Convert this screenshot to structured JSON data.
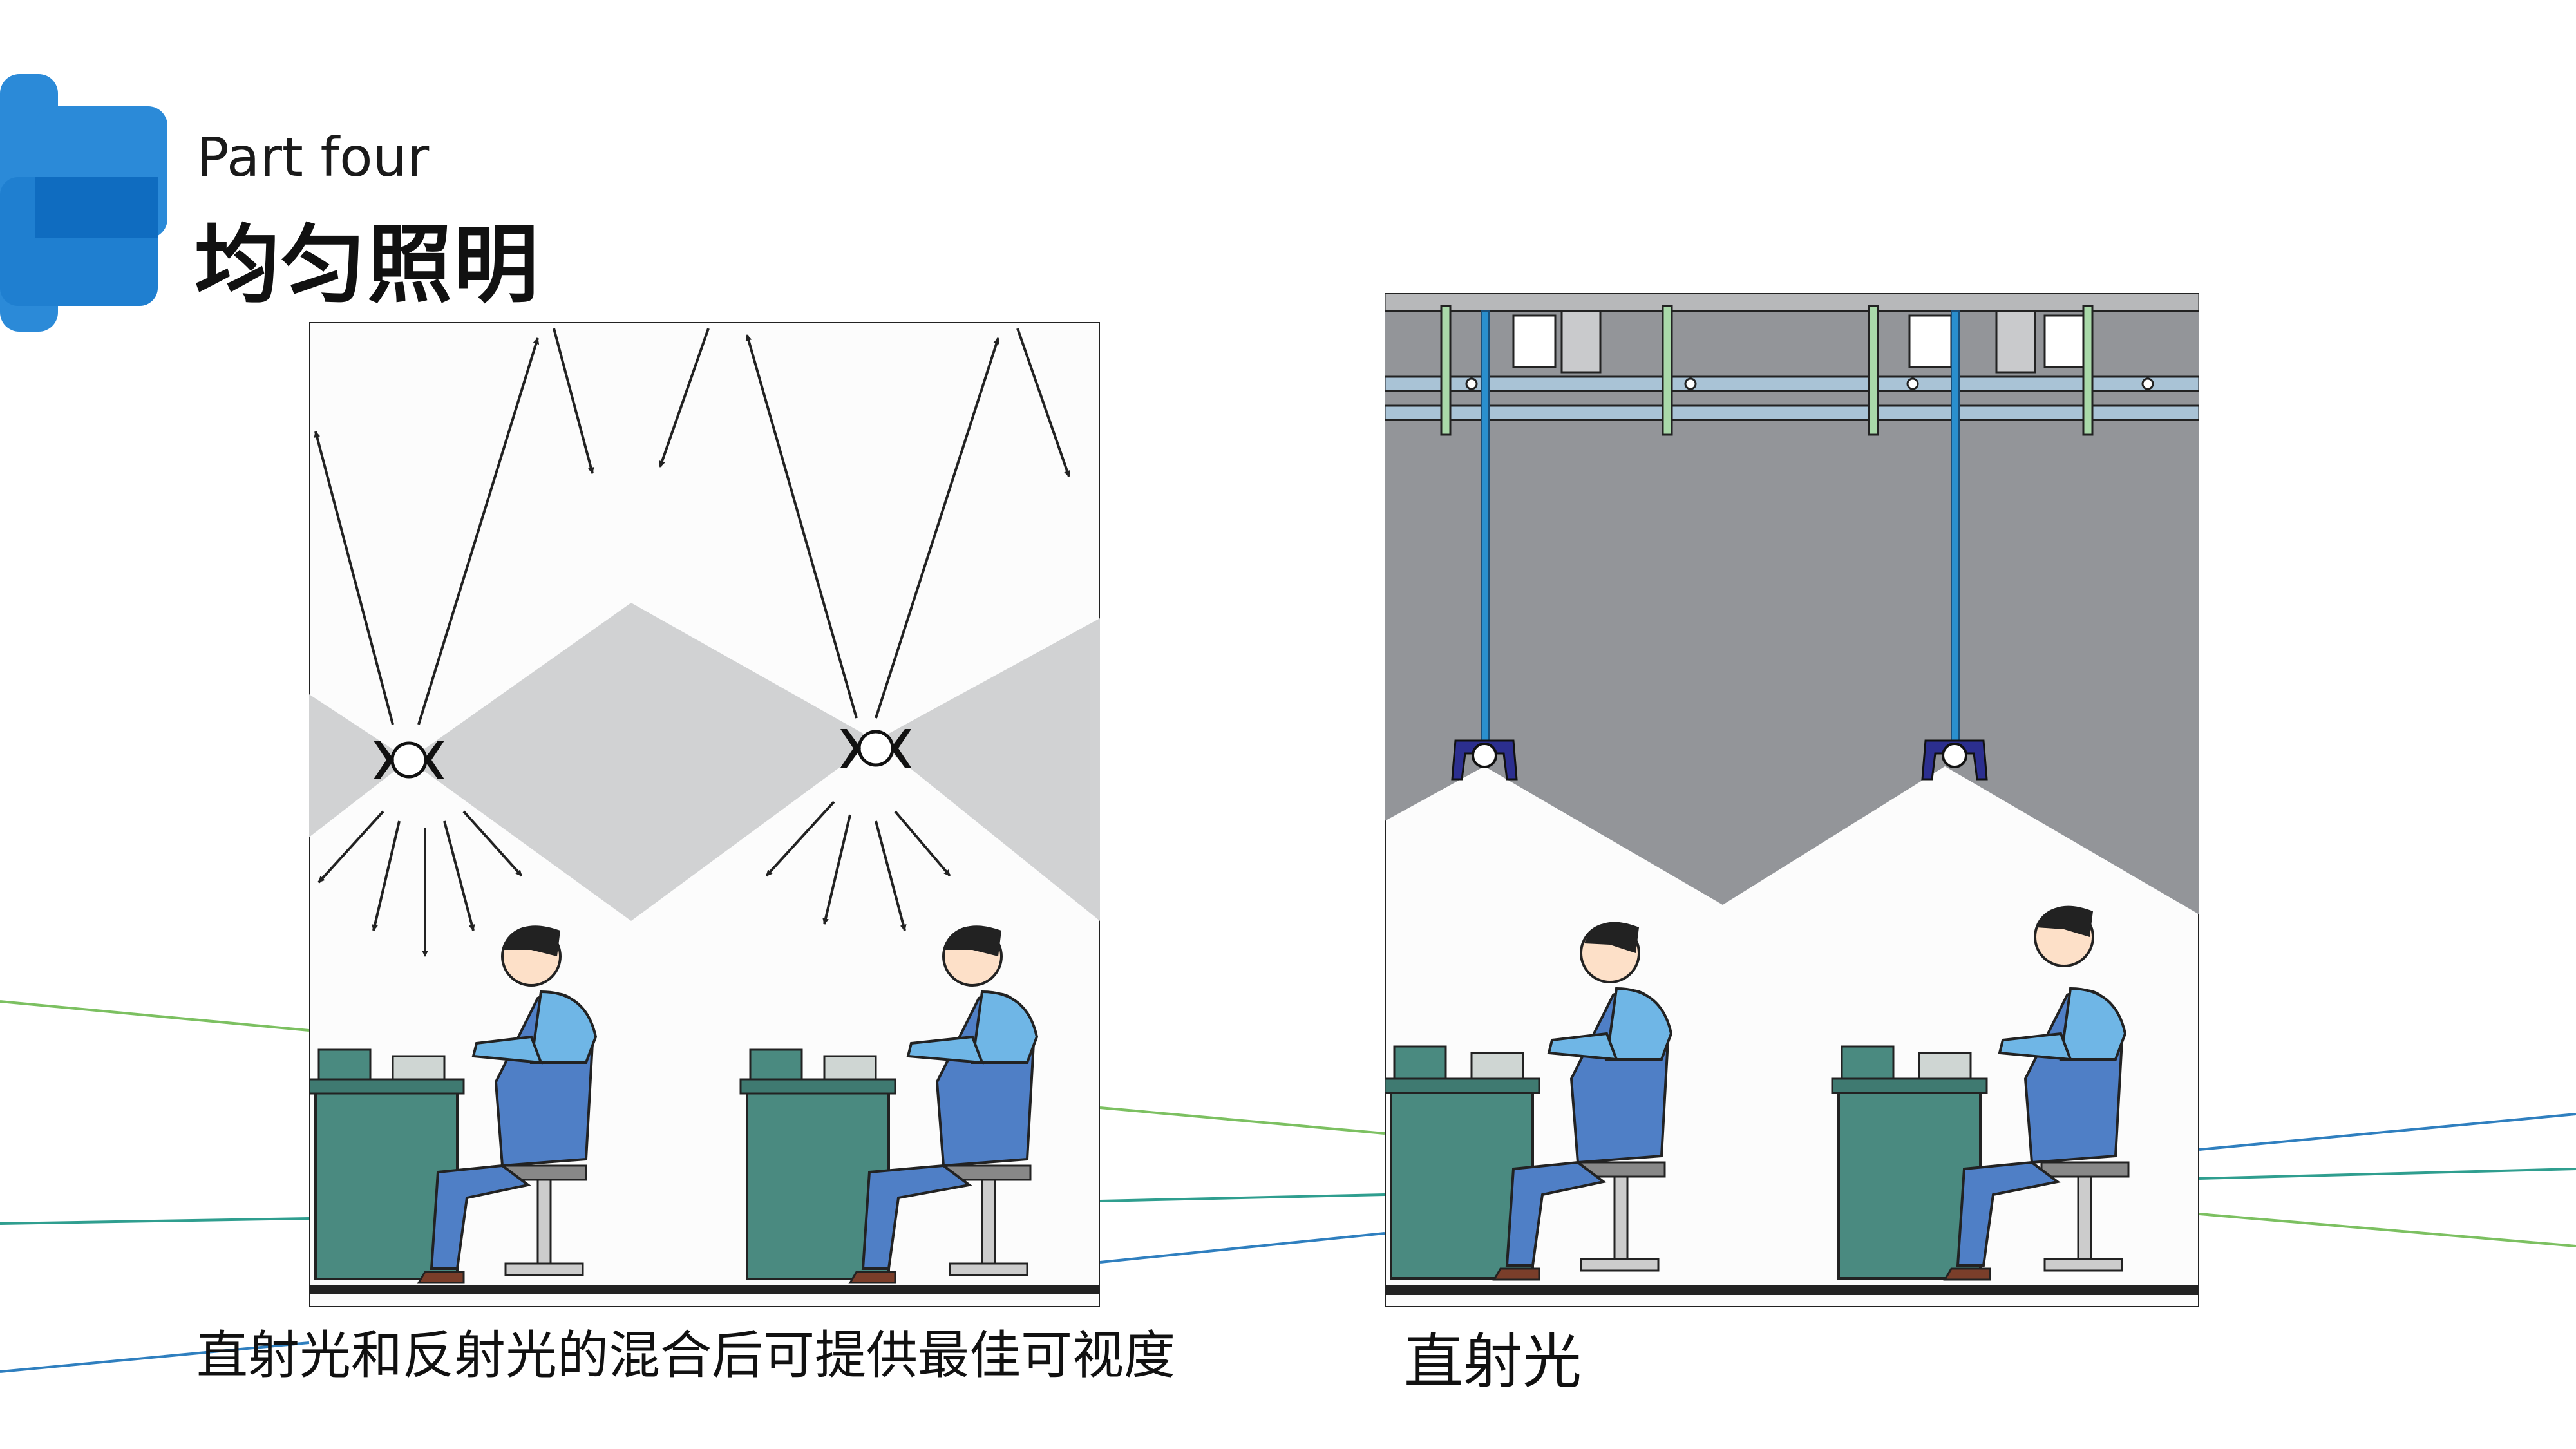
{
  "header": {
    "part_label": "Part four",
    "title": "均匀照明"
  },
  "figures": [
    {
      "caption": "直射光和反射光的混合后可提供最佳可视度"
    },
    {
      "caption": "直射光"
    }
  ],
  "colors": {
    "accent_blue": "#1f7fd0",
    "line_green": "#6ab04c",
    "line_blue": "#2f7fbf",
    "desk_teal": "#4a8a80",
    "worker_shirt": "#6fb6e6",
    "worker_overall": "#4f7fc6",
    "ceiling_gray": "#939599"
  }
}
